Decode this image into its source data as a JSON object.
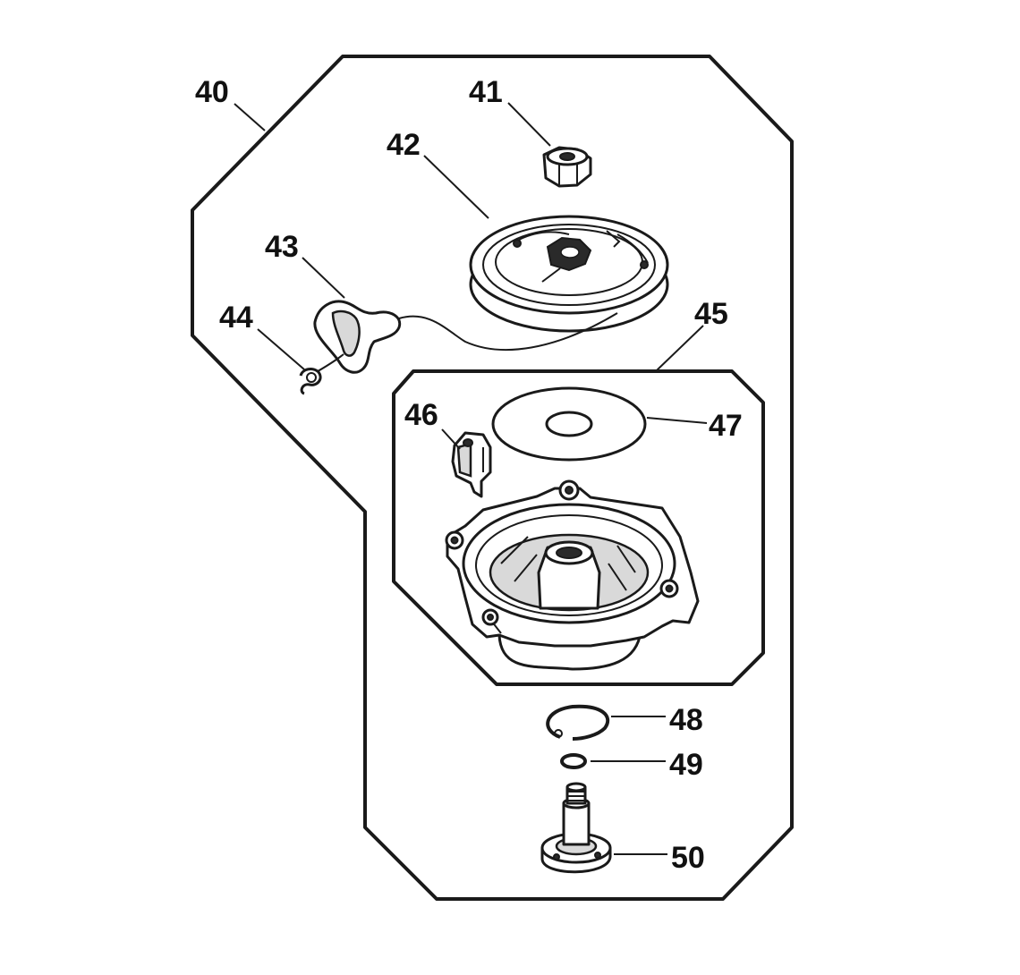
{
  "callouts": {
    "c40": "40",
    "c41": "41",
    "c42": "42",
    "c43": "43",
    "c44": "44",
    "c45": "45",
    "c46": "46",
    "c47": "47",
    "c48": "48",
    "c49": "49",
    "c50": "50"
  },
  "colors": {
    "line": "#1a1a1a",
    "background": "#ffffff"
  }
}
